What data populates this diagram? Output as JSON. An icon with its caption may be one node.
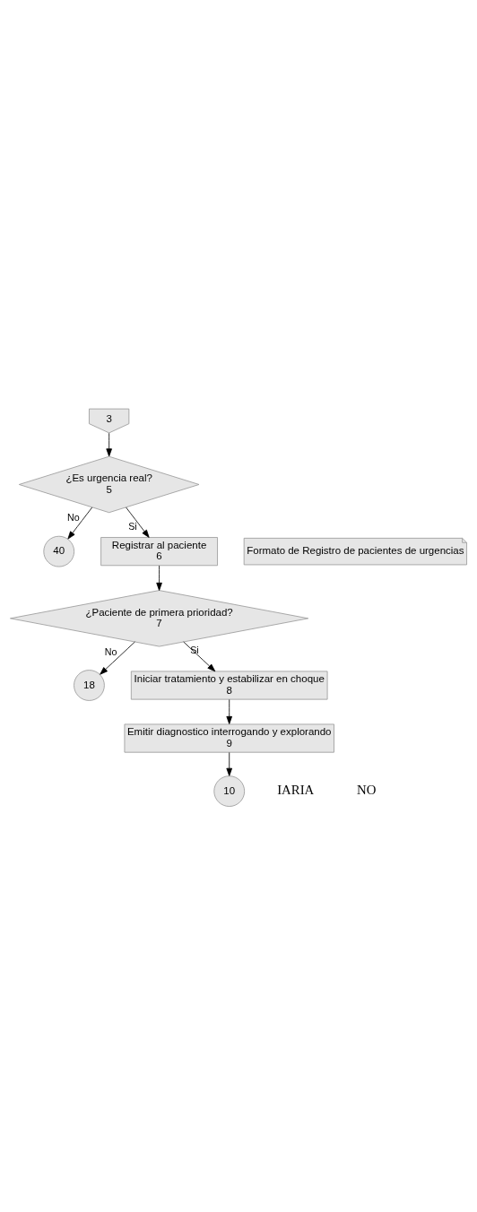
{
  "diagram": {
    "nodes": [
      {
        "text": [
          "3"
        ]
      },
      {
        "text": [
          "¿Es urgencia real?",
          "5"
        ]
      },
      {
        "text": [
          "40"
        ]
      },
      {
        "text": [
          "Registrar al paciente",
          "6"
        ]
      },
      {
        "text": [
          "Formato de Registro de pacientes de urgencias"
        ]
      },
      {
        "text": [
          "¿Paciente de primera prioridad?",
          "7"
        ]
      },
      {
        "text": [
          "18"
        ]
      },
      {
        "text": [
          "Iniciar tratamiento y estabilizar en choque",
          "8"
        ]
      },
      {
        "text": [
          "Emitir diagnostico interrogando y explorando",
          "9"
        ]
      },
      {
        "text": [
          "10"
        ]
      }
    ],
    "edges": [
      {
        "from": 0,
        "to": 1,
        "arrow": "to"
      },
      {
        "from": 1,
        "to": 2,
        "arrow": "to",
        "label": "No"
      },
      {
        "from": 1,
        "to": 3,
        "arrow": "to",
        "label": "Si"
      },
      {
        "from": 3,
        "to": 5,
        "arrow": "to"
      },
      {
        "from": 5,
        "to": 6,
        "arrow": "to",
        "label": "No"
      },
      {
        "from": 5,
        "to": 7,
        "arrow": "to",
        "label": "Si"
      },
      {
        "from": 7,
        "to": 8,
        "arrow": "to"
      },
      {
        "from": 8,
        "to": 9,
        "arrow": "to"
      }
    ],
    "labels": [
      "IARIA",
      "NO"
    ]
  }
}
